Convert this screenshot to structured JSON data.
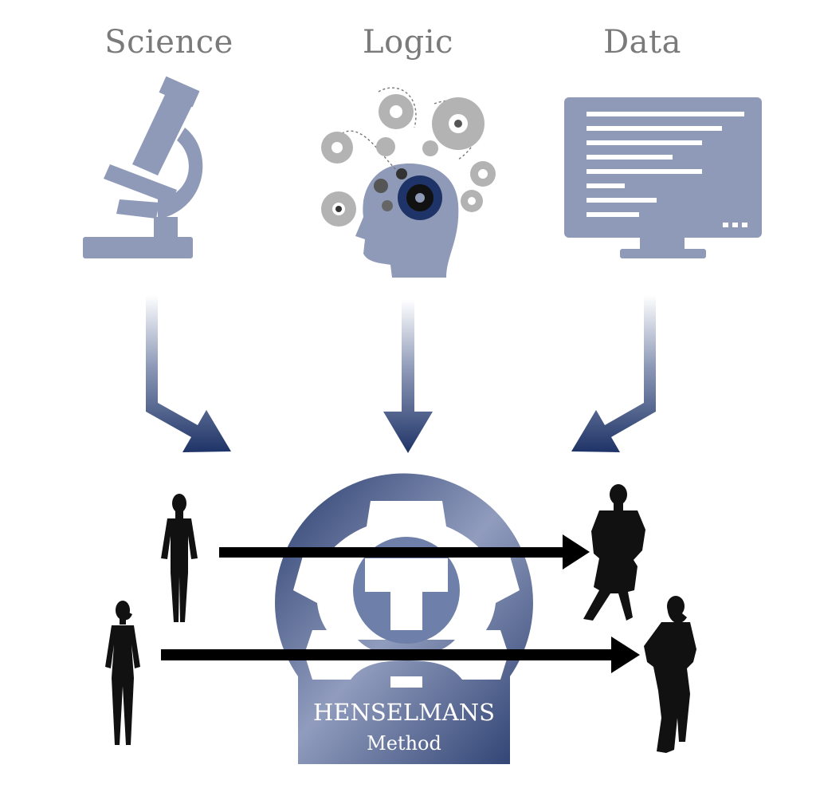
{
  "headings": {
    "science": "Science",
    "logic": "Logic",
    "data": "Data"
  },
  "logo": {
    "name": "HENSELMANS",
    "subtitle": "Method"
  },
  "colors": {
    "icon": "#8e9ab8",
    "navy": "#1e3367",
    "heading": "#7a7a7a",
    "silhouette": "#111111",
    "arrow": "#000000"
  },
  "icons": [
    "microscope-icon",
    "gear-brain-icon",
    "monitor-icon",
    "gear-wrench-logo",
    "male-silhouette",
    "female-silhouette",
    "bodybuilder-silhouette",
    "fitness-woman-silhouette"
  ]
}
